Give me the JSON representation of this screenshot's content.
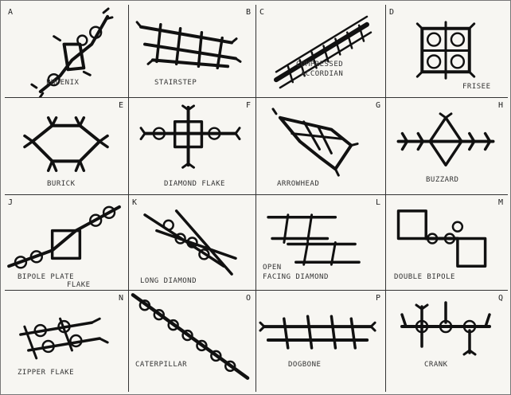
{
  "cells": [
    {
      "letter": "A",
      "name": "PHOENIX",
      "name2": ""
    },
    {
      "letter": "B",
      "name": "STAIRSTEP",
      "name2": ""
    },
    {
      "letter": "C",
      "name": "COMPRESSED",
      "name2": "ACCORDIAN"
    },
    {
      "letter": "D",
      "name": "FRISEE",
      "name2": ""
    },
    {
      "letter": "E",
      "name": "BURICK",
      "name2": ""
    },
    {
      "letter": "F",
      "name": "DIAMOND FLAKE",
      "name2": ""
    },
    {
      "letter": "G",
      "name": "ARROWHEAD",
      "name2": ""
    },
    {
      "letter": "H",
      "name": "BUZZARD",
      "name2": ""
    },
    {
      "letter": "J",
      "name": "BIPOLE PLATE",
      "name2": "FLAKE"
    },
    {
      "letter": "K",
      "name": "LONG DIAMOND",
      "name2": ""
    },
    {
      "letter": "L",
      "name": "OPEN",
      "name2": "FACING DIAMOND"
    },
    {
      "letter": "M",
      "name": "DOUBLE BIPOLE",
      "name2": ""
    },
    {
      "letter": "N",
      "name": "ZIPPER FLAKE",
      "name2": ""
    },
    {
      "letter": "O",
      "name": "CATERPILLAR",
      "name2": ""
    },
    {
      "letter": "P",
      "name": "DOGBONE",
      "name2": ""
    },
    {
      "letter": "Q",
      "name": "CRANK",
      "name2": ""
    }
  ]
}
